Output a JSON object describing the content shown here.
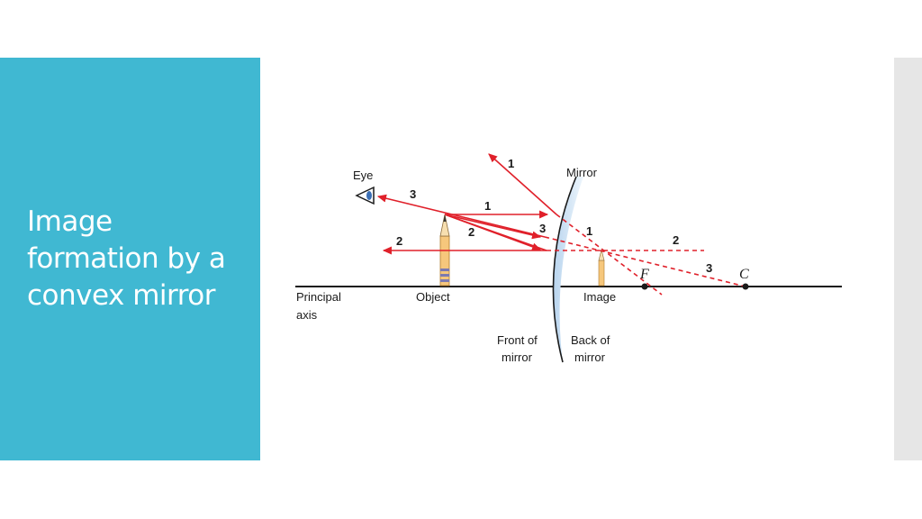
{
  "slide": {
    "title": "Image formation by a convex mirror"
  },
  "diagram": {
    "labels": {
      "eye": "Eye",
      "mirror": "Mirror",
      "principal_axis_1": "Principal",
      "principal_axis_2": "axis",
      "object": "Object",
      "image": "Image",
      "front_1": "Front of",
      "front_2": "mirror",
      "back_1": "Back of",
      "back_2": "mirror",
      "focal_point": "F",
      "center_of_curvature": "C"
    },
    "ray_numbers": {
      "r1_reflected": "1",
      "r1_incident": "1",
      "r1_virtual": "1",
      "r2_incident": "2",
      "r2_reflected": "2",
      "r2_virtual": "2",
      "r3_reflected": "3",
      "r3_incident": "3",
      "r3_virtual": "3"
    },
    "colors": {
      "rays": "#e0202a",
      "mirror_glass": "#cfe3f5",
      "panel": "#40b8d2"
    }
  }
}
